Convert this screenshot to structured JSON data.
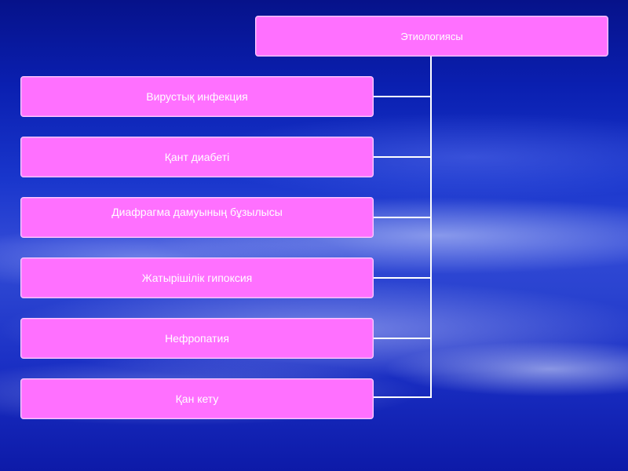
{
  "root": {
    "label": "Этиологиясы"
  },
  "children": [
    {
      "label": "Вирустық инфекция"
    },
    {
      "label": "Қант диабеті"
    },
    {
      "label": "Диафрагма дамуының бұзылысы"
    },
    {
      "label": "Жатырішілік гипоксия"
    },
    {
      "label": "Нефропатия"
    },
    {
      "label": "Қан кету"
    }
  ],
  "colors": {
    "box_fill": "#ff70ff",
    "connector": "#ffffff",
    "text": "#ffffff"
  }
}
